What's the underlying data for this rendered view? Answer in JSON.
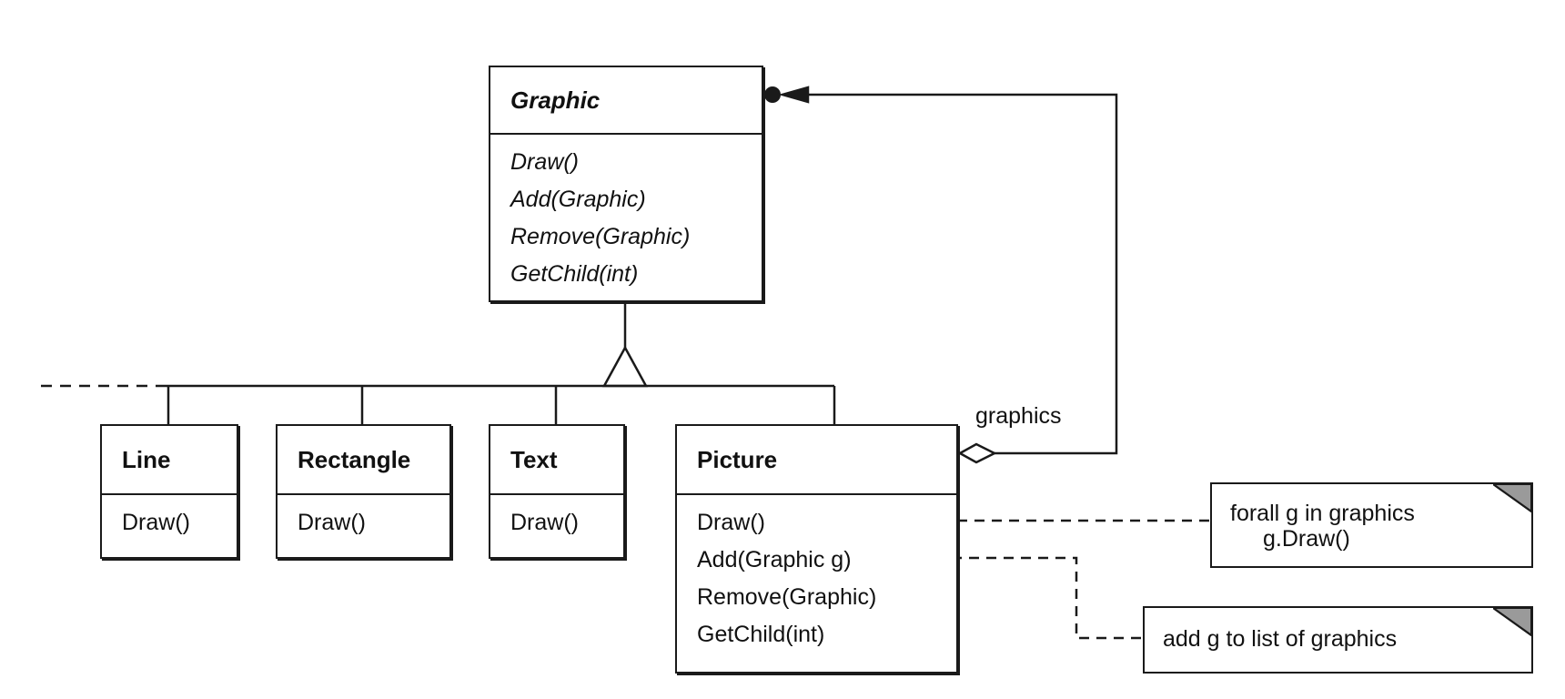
{
  "classes": {
    "graphic": {
      "name": "Graphic",
      "operations": [
        "Draw()",
        "Add(Graphic)",
        "Remove(Graphic)",
        "GetChild(int)"
      ]
    },
    "line": {
      "name": "Line",
      "operations": [
        "Draw()"
      ]
    },
    "rectangle": {
      "name": "Rectangle",
      "operations": [
        "Draw()"
      ]
    },
    "text": {
      "name": "Text",
      "operations": [
        "Draw()"
      ]
    },
    "picture": {
      "name": "Picture",
      "operations": [
        "Draw()",
        "Add(Graphic g)",
        "Remove(Graphic)",
        "GetChild(int)"
      ]
    }
  },
  "association_label": "graphics",
  "notes": {
    "draw_note": {
      "line1": "forall g in graphics",
      "line2": "g.Draw()"
    },
    "add_note": {
      "line1": "add g to list of graphics"
    }
  },
  "colors": {
    "stroke": "#1a1a1a",
    "note_corner": "#9a9a9a"
  }
}
